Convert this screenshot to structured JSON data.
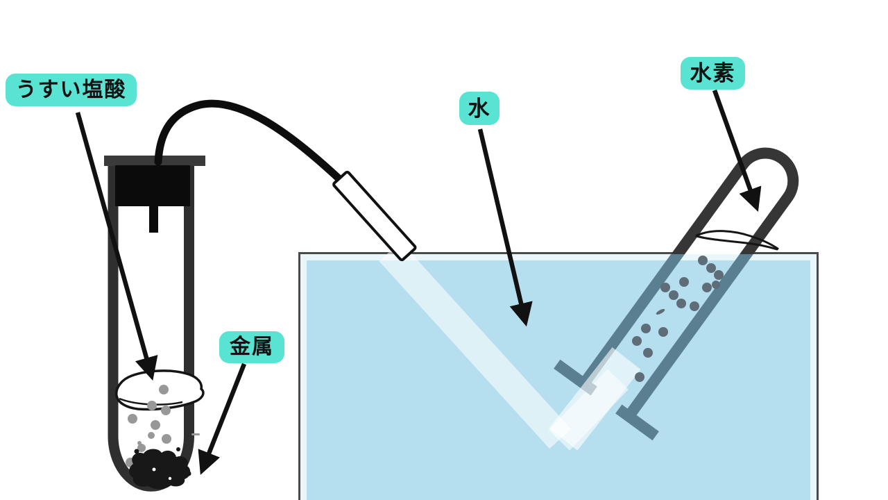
{
  "labels": {
    "acid": "うすい塩酸",
    "water": "水",
    "hydrogen": "水素",
    "metal": "金属"
  },
  "colors": {
    "label_bg": "#58E3D2",
    "label_text": "#121212",
    "water_fill": "#B5DFEE",
    "water_edge_highlight": "#E9F6FB",
    "trough_border": "#4A4A4A",
    "tube_dark": "#363636",
    "tube_underwater": "#5A7F90",
    "bubble_underwater": "#5E6D78",
    "bubble_acid": "#989898",
    "stopper": "#0B0B0B",
    "hose": "#0D0D0D",
    "arrow": "#111111"
  }
}
